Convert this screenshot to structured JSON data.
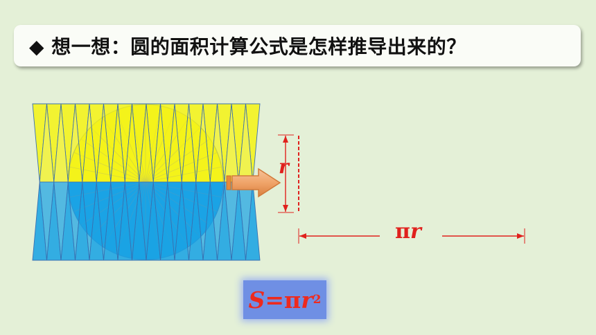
{
  "title": {
    "bullet": "◆",
    "text": "想一想：圆的面积计算公式是怎样推导出来的？"
  },
  "labels": {
    "radius": "r",
    "width_pi": "π",
    "width_r": "r"
  },
  "formula": {
    "lhs": "S",
    "eq": " = ",
    "pi": "π",
    "var": "r",
    "exp": "2"
  },
  "colors": {
    "background": "#e4f0d7",
    "yellow": "#f4f21a",
    "blue": "#1aa3e4",
    "red": "#e0211d",
    "arrow": "#f0a469",
    "formula_box": "#6f8fe4"
  },
  "icons": [
    "arrow-right-icon"
  ]
}
